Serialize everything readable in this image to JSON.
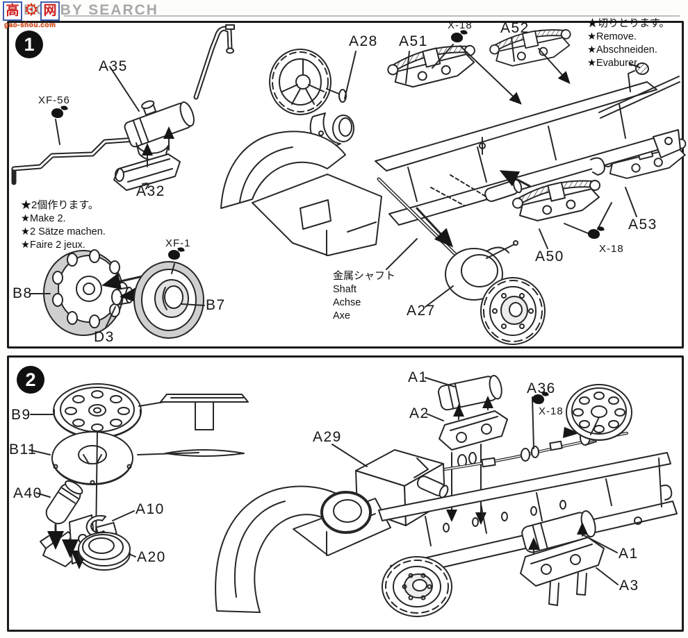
{
  "watermark": {
    "char_left": "高",
    "char_right": "网",
    "gear_icon": "⚙",
    "domain": "gao-shou.com",
    "brand": "HOBBY SEARCH"
  },
  "step1": {
    "number": "1",
    "labels": {
      "xf56": "XF-56",
      "a35": "A35",
      "a32": "A32",
      "a28": "A28",
      "a51": "A51",
      "x18_top": "X-18",
      "a52": "A52",
      "a53": "A53",
      "x18_mid": "X-18",
      "a50": "A50",
      "a27": "A27",
      "b8": "B8",
      "d3": "D3",
      "b7": "B7",
      "xf1": "XF-1"
    },
    "make_note": [
      "★2個作ります。",
      "★Make 2.",
      "★2 Sätze machen.",
      "★Faire 2 jeux."
    ],
    "remove_note": [
      "★切りとります。",
      "★Remove.",
      "★Abschneiden.",
      "★Evaburer."
    ],
    "shaft_note": [
      "金属シャフト",
      "Shaft",
      "Achse",
      "Axe"
    ]
  },
  "step2": {
    "number": "2",
    "labels": {
      "b9": "B9",
      "b11": "B11",
      "a40": "A40",
      "a10": "A10",
      "a20": "A20",
      "a29": "A29",
      "a1_top": "A1",
      "a2": "A2",
      "a36": "A36",
      "x18": "X-18",
      "a1_bottom": "A1",
      "a3": "A3"
    }
  }
}
